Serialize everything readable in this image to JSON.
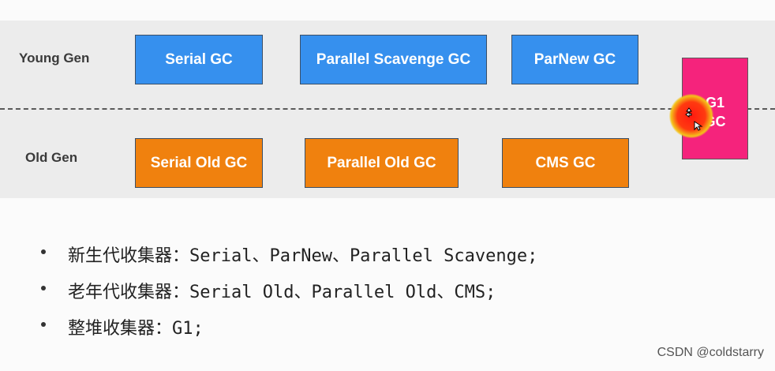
{
  "diagram": {
    "young_label": "Young Gen",
    "old_label": "Old Gen",
    "young_collectors": [
      "Serial GC",
      "Parallel Scavenge GC",
      "ParNew GC"
    ],
    "old_collectors": [
      "Serial Old GC",
      "Parallel Old GC",
      "CMS GC"
    ],
    "g1": {
      "line1": "G1",
      "line2": "GC"
    }
  },
  "colors": {
    "young_box": "#3690ee",
    "old_box": "#f0810e",
    "g1_box": "#f5237c",
    "band": "#ececec"
  },
  "bullets": [
    "新生代收集器：Serial、ParNew、Parallel Scavenge;",
    "老年代收集器：Serial Old、Parallel Old、CMS;",
    "整堆收集器：G1;"
  ],
  "watermark": "CSDN @coldstarry",
  "icons": {
    "cursor": "move-cursor-icon"
  }
}
